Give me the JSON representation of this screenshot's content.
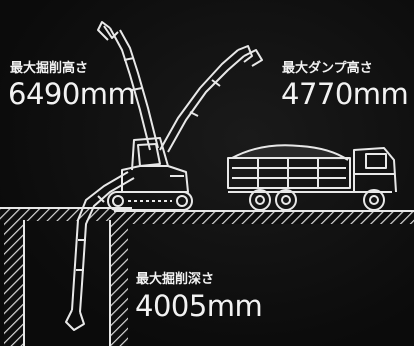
{
  "labels": {
    "max_digging_height": {
      "caption": "最大掘削高さ",
      "value": "6490mm"
    },
    "max_dump_height": {
      "caption": "最大ダンプ高さ",
      "value": "4770mm"
    },
    "max_digging_depth": {
      "caption": "最大掘削深さ",
      "value": "4005mm"
    }
  },
  "colors": {
    "background": "#0e0e0e",
    "line_art": "#e8e8e8"
  }
}
